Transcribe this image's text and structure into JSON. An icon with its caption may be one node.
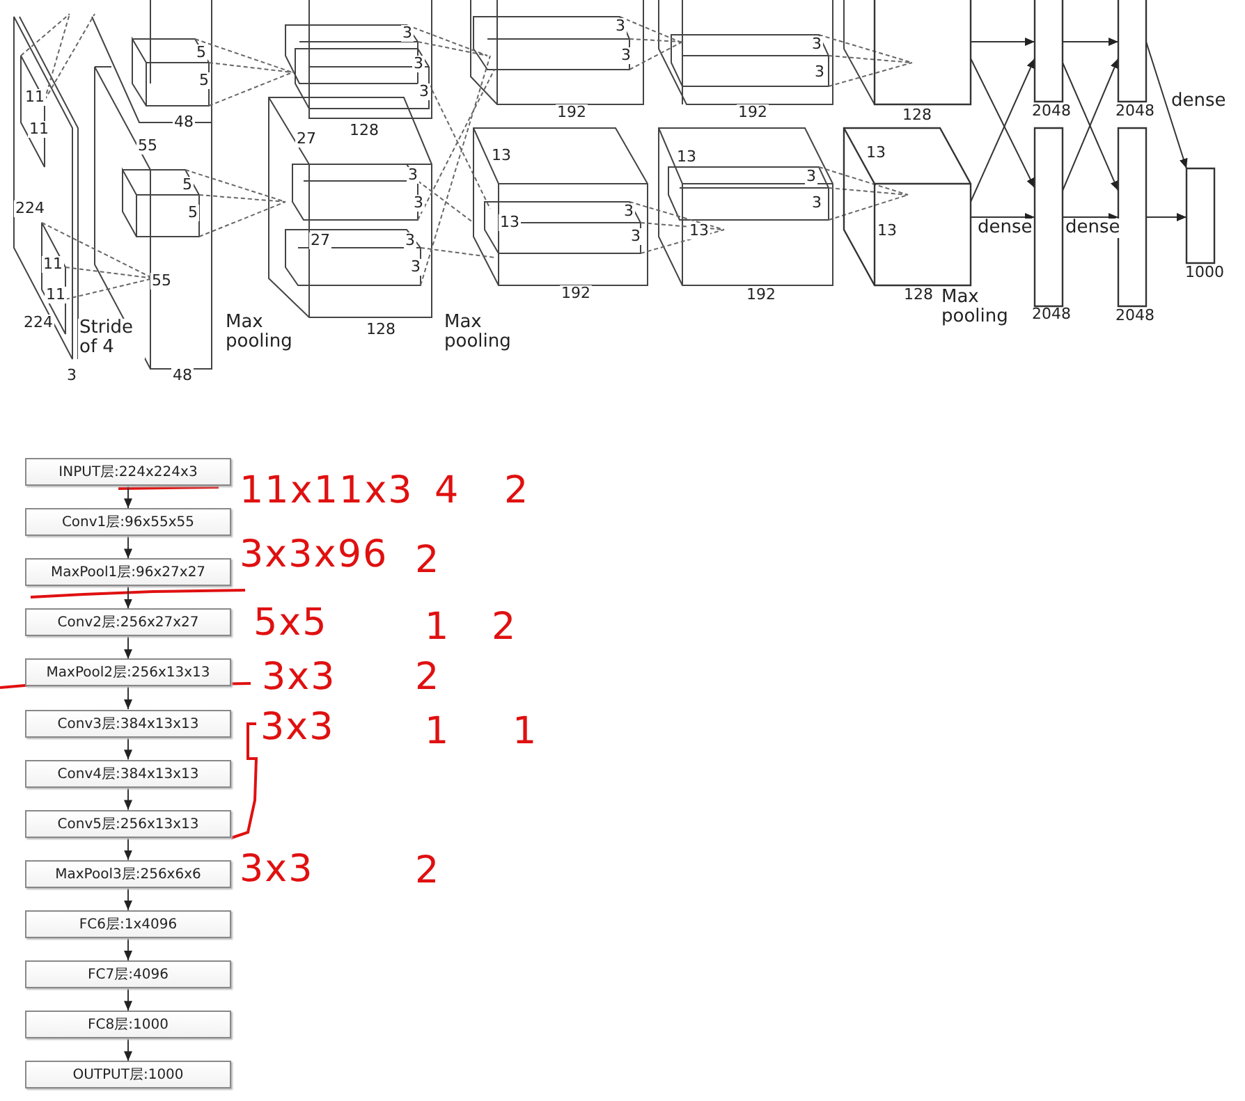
{
  "diagram": {
    "nodes": [
      {
        "text": [
          "128"
        ]
      },
      {
        "text": [
          "13",
          "13",
          "128"
        ]
      },
      {
        "text": [
          "2048"
        ]
      },
      {
        "text": [
          "2048"
        ]
      },
      {
        "text": [
          "2048"
        ]
      },
      {
        "text": [
          "2048"
        ]
      },
      {
        "text": [
          "1000"
        ]
      },
      {
        "text": [
          "INPUT层:224x224x3"
        ]
      },
      {
        "text": [
          "Conv1层:96x55x55"
        ]
      },
      {
        "text": [
          "MaxPool1层:96x27x27"
        ]
      },
      {
        "text": [
          "Conv2层:256x27x27"
        ]
      },
      {
        "text": [
          "MaxPool2层:256x13x13"
        ]
      },
      {
        "text": [
          "Conv3层:384x13x13"
        ]
      },
      {
        "text": [
          "Conv4层:384x13x13"
        ]
      },
      {
        "text": [
          "Conv5层:256x13x13"
        ]
      },
      {
        "text": [
          "MaxPool3层:256x6x6"
        ]
      },
      {
        "text": [
          "FC6层:1x4096"
        ]
      },
      {
        "text": [
          "FC7层:4096"
        ]
      },
      {
        "text": [
          "FC8层:1000"
        ]
      },
      {
        "text": [
          "OUTPUT层:1000"
        ]
      }
    ],
    "edges": [
      {
        "from": 0,
        "to": 2,
        "arrow": "to"
      },
      {
        "from": 0,
        "to": 4,
        "arrow": "to"
      },
      {
        "from": 1,
        "to": 2,
        "arrow": "to"
      },
      {
        "from": 1,
        "to": 4,
        "arrow": "to",
        "label": "dense"
      },
      {
        "from": 2,
        "to": 3,
        "arrow": "to"
      },
      {
        "from": 2,
        "to": 5,
        "arrow": "to"
      },
      {
        "from": 4,
        "to": 3,
        "arrow": "to"
      },
      {
        "from": 4,
        "to": 5,
        "arrow": "to",
        "label": "dense"
      },
      {
        "from": 3,
        "to": 6,
        "arrow": "to",
        "label": "dense"
      },
      {
        "from": 5,
        "to": 6,
        "arrow": "to"
      },
      {
        "from": 7,
        "to": 8,
        "arrow": "to"
      },
      {
        "from": 8,
        "to": 9,
        "arrow": "to"
      },
      {
        "from": 9,
        "to": 10,
        "arrow": "to"
      },
      {
        "from": 10,
        "to": 11,
        "arrow": "to"
      },
      {
        "from": 11,
        "to": 12,
        "arrow": "to"
      },
      {
        "from": 12,
        "to": 13,
        "arrow": "to"
      },
      {
        "from": 13,
        "to": 14,
        "arrow": "to"
      },
      {
        "from": 14,
        "to": 15,
        "arrow": "to"
      },
      {
        "from": 15,
        "to": 16,
        "arrow": "to"
      },
      {
        "from": 16,
        "to": 17,
        "arrow": "to"
      },
      {
        "from": 17,
        "to": 18,
        "arrow": "to"
      },
      {
        "from": 18,
        "to": 19,
        "arrow": "to"
      }
    ],
    "labels": [
      "11",
      "11",
      "224",
      "11",
      "11",
      "224",
      "Stride of 4",
      "3",
      "5",
      "5",
      "48",
      "55",
      "5",
      "5",
      "55",
      "48",
      "Max pooling",
      "3",
      "3",
      "3",
      "27",
      "128",
      "3",
      "3",
      "27",
      "3",
      "3",
      "128",
      "Max pooling",
      "3",
      "3",
      "192",
      "3",
      "3",
      "192",
      "13",
      "13",
      "3",
      "3",
      "192",
      "13",
      "3",
      "3",
      "13",
      "192",
      "Max pooling",
      "11x11x3",
      "4",
      "2",
      "3x3x96",
      "2",
      "5x5",
      "1",
      "2",
      "3x3",
      "2",
      "3x3",
      "1",
      "1",
      "3x3",
      "2"
    ]
  }
}
